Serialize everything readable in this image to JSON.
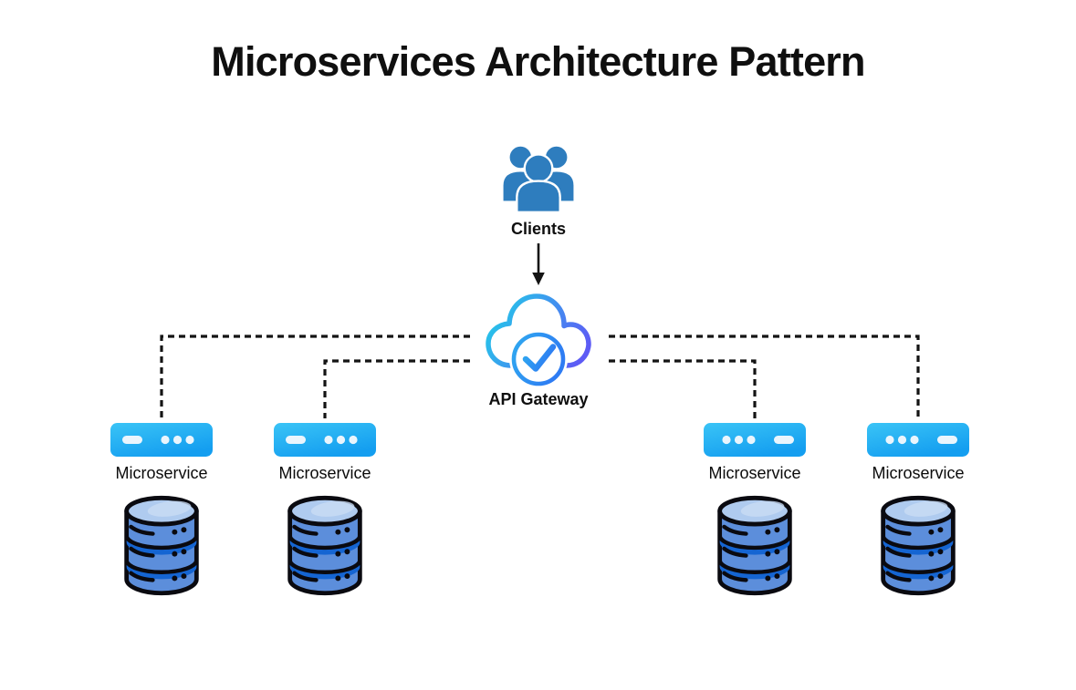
{
  "title": "Microservices Architecture Pattern",
  "clients": {
    "label": "Clients",
    "icon": "users-group-icon"
  },
  "gateway": {
    "label": "API Gateway",
    "icon": "cloud-check-icon"
  },
  "services": [
    {
      "id": "microservice-1",
      "label": "Microservice",
      "icon": "server-icon",
      "has_database": true
    },
    {
      "id": "microservice-2",
      "label": "Microservice",
      "icon": "server-icon",
      "has_database": true
    },
    {
      "id": "microservice-3",
      "label": "Microservice",
      "icon": "server-icon",
      "has_database": true
    },
    {
      "id": "microservice-4",
      "label": "Microservice",
      "icon": "server-icon",
      "has_database": true
    }
  ],
  "connections": {
    "clients_to_gateway": {
      "style": "solid-arrow"
    },
    "gateway_to_services": {
      "style": "dashed",
      "targets": [
        "microservice-1",
        "microservice-2",
        "microservice-3",
        "microservice-4"
      ]
    }
  },
  "colors": {
    "bg": "#ffffff",
    "title_color": "#0f0f0f",
    "clients_blue": "#2e7dbe",
    "service_box_start": "#3ac4f6",
    "service_box_end": "#149ef0",
    "service_glyph": "#eaf5fd",
    "cloud_start": "#24c8e9",
    "cloud_end": "#5d5bf5",
    "check_start": "#2fa9f0",
    "check_end": "#2e7cf3",
    "db_top": "#afcbef",
    "db_body": "#5c8edb",
    "db_band": "#1565d2",
    "db_outline": "#0a0a10",
    "line": "#141414"
  }
}
